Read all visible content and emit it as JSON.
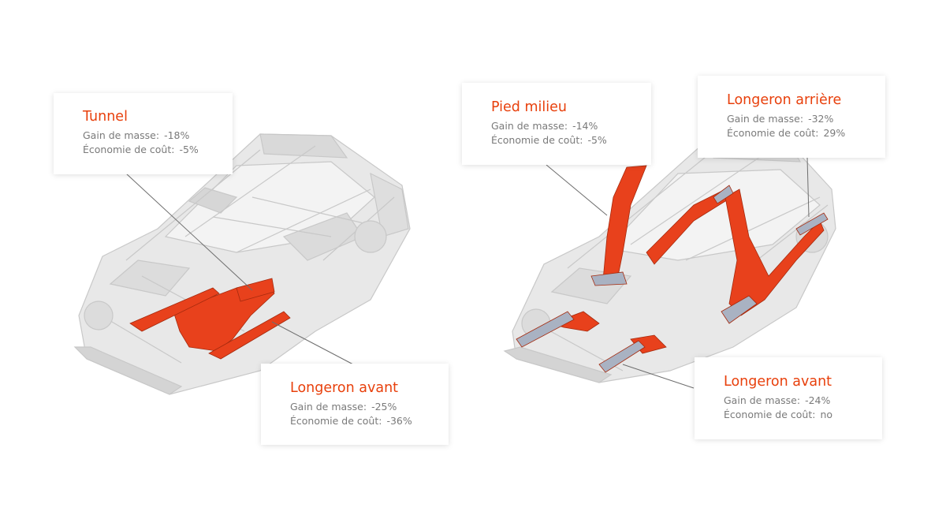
{
  "colors": {
    "accent": "#e8400c",
    "label_text": "#7a7a7a",
    "body_white": "#e6e6e6",
    "steel_blue": "#a9b2c2",
    "leader_line": "#6e6e6e"
  },
  "labels": {
    "tunnel": {
      "title": "Tunnel",
      "mass_label": "Gain de masse:",
      "mass_value": "-18%",
      "cost_label": "Économie de coût:",
      "cost_value": "-5%"
    },
    "longeron_avant_1": {
      "title": "Longeron avant",
      "mass_label": "Gain de masse:",
      "mass_value": "-25%",
      "cost_label": "Économie de coût:",
      "cost_value": "-36%"
    },
    "pied_milieu": {
      "title": "Pied milieu",
      "mass_label": "Gain de masse:",
      "mass_value": "-14%",
      "cost_label": "Économie de coût:",
      "cost_value": "-5%"
    },
    "longeron_arriere": {
      "title": "Longeron arrière",
      "mass_label": "Gain de masse:",
      "mass_value": "-32%",
      "cost_label": "Économie de coût:",
      "cost_value": "29%"
    },
    "longeron_avant_2": {
      "title": "Longeron avant",
      "mass_label": "Gain de masse:",
      "mass_value": "-24%",
      "cost_label": "Économie de coût:",
      "cost_value": "no"
    }
  }
}
